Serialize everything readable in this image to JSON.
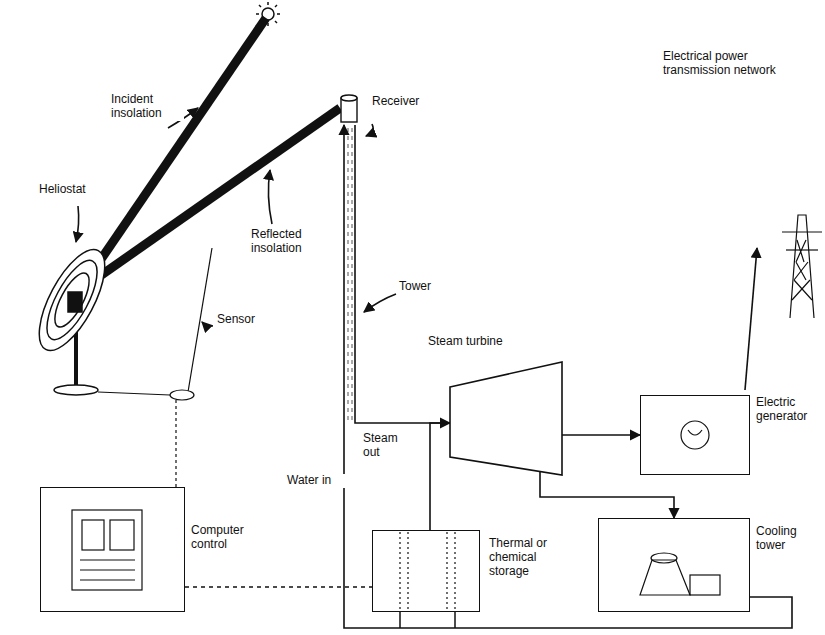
{
  "diagram": {
    "nodes": [
      {
        "text": [
          "Receiver"
        ]
      },
      {
        "text": [
          "Steam turbine"
        ]
      },
      {
        "text": [
          "Electric generator"
        ]
      },
      {
        "text": [
          "Computer control"
        ]
      },
      {
        "text": [
          "Thermal or chemical storage"
        ]
      },
      {
        "text": [
          "Cooling tower"
        ]
      }
    ],
    "edges": [
      {
        "from": 0,
        "to": 1,
        "arrow": "to"
      },
      {
        "from": 1,
        "to": 2,
        "arrow": "to"
      },
      {
        "from": 1,
        "to": 5,
        "arrow": "to"
      },
      {
        "from": 5,
        "to": 0,
        "arrow": "to"
      },
      {
        "from": 4,
        "to": 1,
        "arrow": "none"
      },
      {
        "from": 3,
        "to": 4,
        "arrow": "none"
      }
    ],
    "labels": [
      "Incident insolation",
      "Reflected insolation",
      "Heliostat",
      "Sensor",
      "Tower",
      "Electrical power transmission network",
      "Steam out",
      "Water in"
    ]
  }
}
